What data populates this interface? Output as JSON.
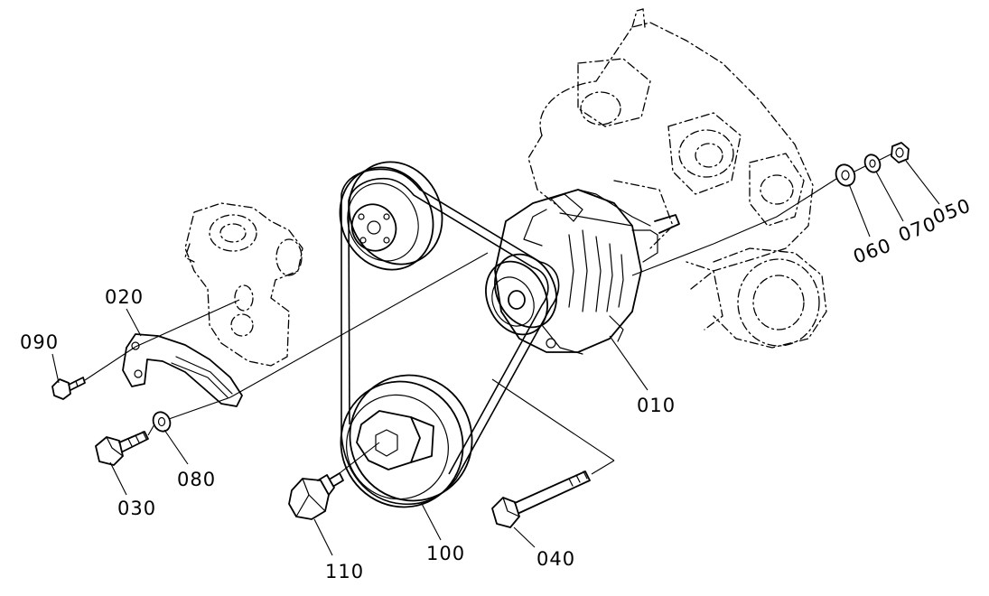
{
  "part_labels": {
    "p010": "010",
    "p020": "020",
    "p030": "030",
    "p040": "040",
    "p050": "050",
    "p060": "060",
    "p070": "070",
    "p080": "080",
    "p090": "090",
    "p100": "100",
    "p110": "110"
  },
  "colors": {
    "line": "#000000",
    "background": "#ffffff"
  }
}
